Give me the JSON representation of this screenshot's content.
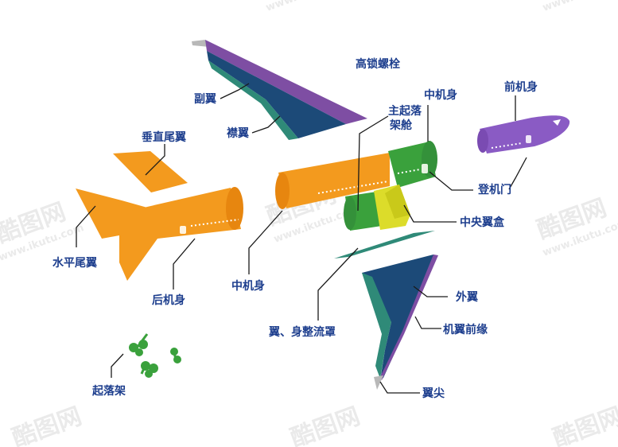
{
  "labels": {
    "high_lock_bolt": "高锁螺栓",
    "aileron": "副翼",
    "flap": "襟翼",
    "main_gear_bay_line1": "主起落",
    "main_gear_bay_line2": "架舱",
    "center_fuselage_top": "中机身",
    "forward_fuselage": "前机身",
    "vertical_tail": "垂直尾翼",
    "boarding_door": "登机门",
    "center_wing_box": "中央翼盒",
    "horizontal_tail": "水平尾翼",
    "aft_fuselage": "后机身",
    "center_fuselage_bottom": "中机身",
    "outer_wing": "外翼",
    "wing_leading_edge": "机翼前缘",
    "wing_body_fairing": "翼、身整流罩",
    "landing_gear": "起落架",
    "wingtip": "翼尖"
  },
  "watermark": {
    "brand": "酷图网",
    "url": "www.ikutu.com"
  },
  "colors": {
    "label_text": "#1e3f8e",
    "orange_parts": "#f39a1e",
    "green_parts": "#3aa13c",
    "navy_wing": "#1c4a78",
    "teal_edge": "#2f8a78",
    "purple_edge": "#7e4ea3",
    "forward_fuselage": "#8a5bc4",
    "center_wing_box": "#dcdc2a",
    "gray_tip": "#b8b8b8"
  }
}
